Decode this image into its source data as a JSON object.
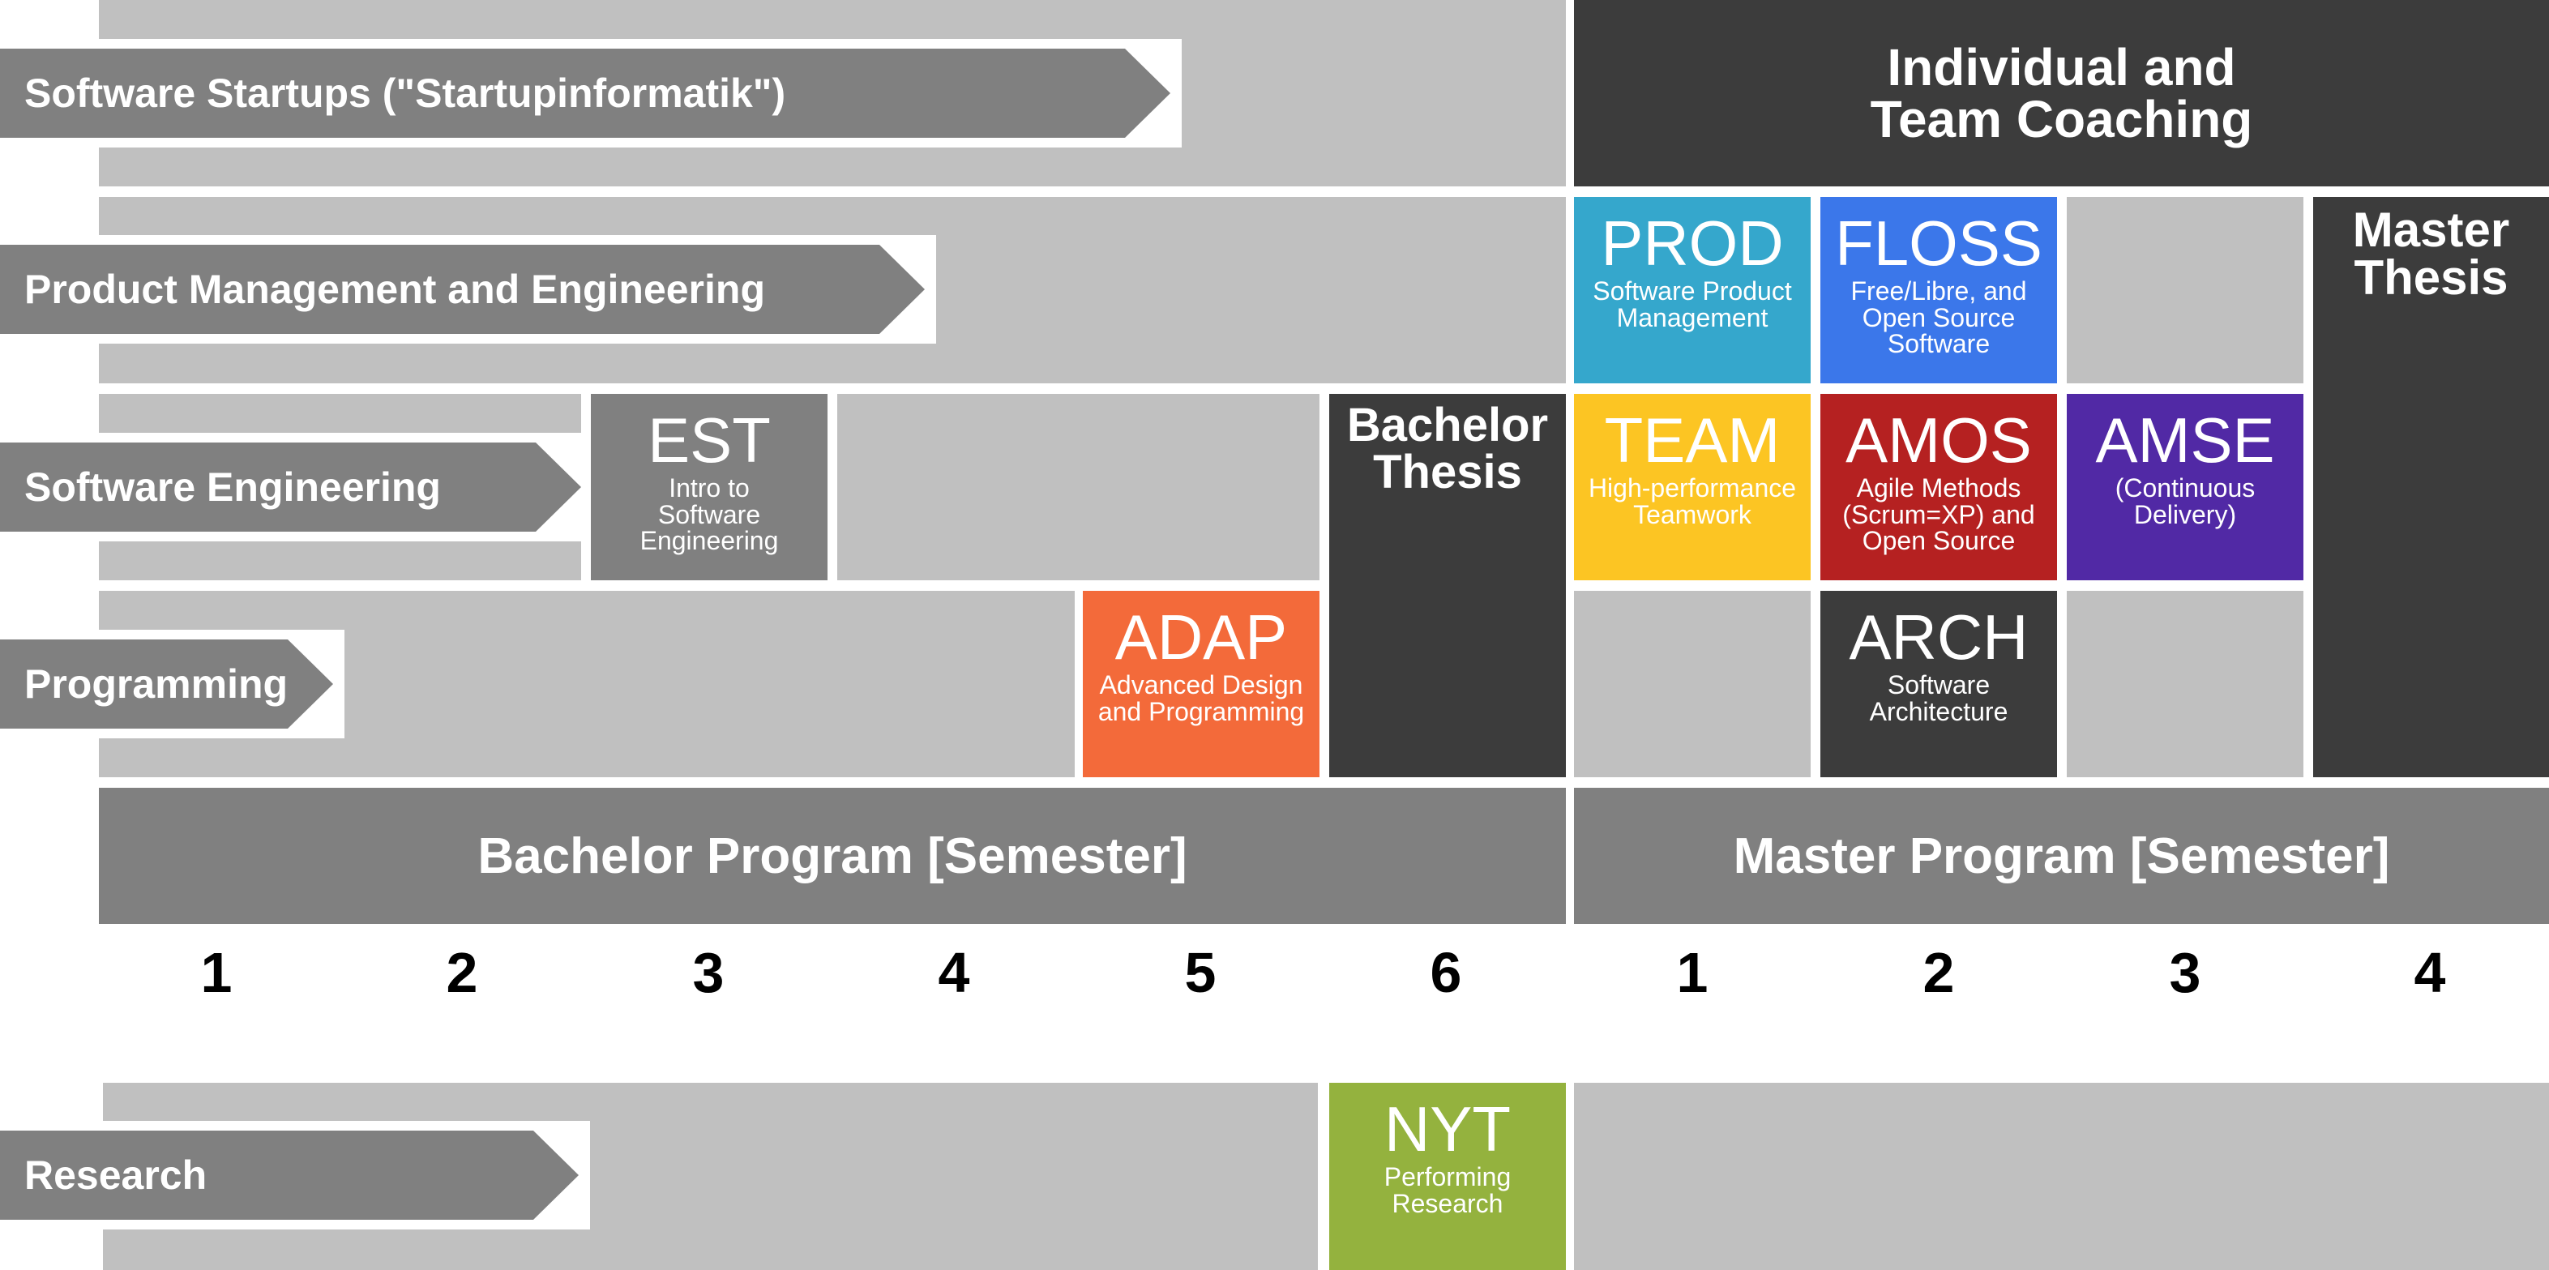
{
  "tracks": {
    "startups": "Software Startups (\"Startupinformatik\")",
    "product": "Product Management and Engineering",
    "se": "Software Engineering",
    "programming": "Programming",
    "research": "Research"
  },
  "blocks": {
    "coaching": "Individual and\nTeam Coaching",
    "bachelor_thesis": "Bachelor\nThesis",
    "master_thesis": "Master\nThesis"
  },
  "courses": {
    "est": {
      "code": "EST",
      "desc": "Intro to\nSoftware\nEngineering"
    },
    "adap": {
      "code": "ADAP",
      "desc": "Advanced Design\nand Programming"
    },
    "prod": {
      "code": "PROD",
      "desc": "Software Product\nManagement"
    },
    "floss": {
      "code": "FLOSS",
      "desc": "Free/Libre, and\nOpen Source\nSoftware"
    },
    "team": {
      "code": "TEAM",
      "desc": "High-performance\nTeamwork"
    },
    "amos": {
      "code": "AMOS",
      "desc": "Agile Methods\n(Scrum=XP) and\nOpen Source"
    },
    "amse": {
      "code": "AMSE",
      "desc": "(Continuous\nDelivery)"
    },
    "arch": {
      "code": "ARCH",
      "desc": "Software\nArchitecture"
    },
    "nyt": {
      "code": "NYT",
      "desc": "Performing\nResearch"
    }
  },
  "programs": {
    "bachelor": "Bachelor Program [Semester]",
    "master": "Master Program [Semester]"
  },
  "semesters": {
    "bachelor": [
      "1",
      "2",
      "3",
      "4",
      "5",
      "6"
    ],
    "master": [
      "1",
      "2",
      "3",
      "4"
    ]
  },
  "colors": {
    "bar": "#c0c0c0",
    "arrow": "#808080",
    "dark": "#3c3c3c",
    "prod": "#35a7cc",
    "floss": "#3b77ea",
    "team": "#fcc523",
    "amos": "#b52121",
    "amse": "#5129a5",
    "adap": "#f36a3a",
    "nyt": "#94b23e",
    "est": "#808080"
  }
}
